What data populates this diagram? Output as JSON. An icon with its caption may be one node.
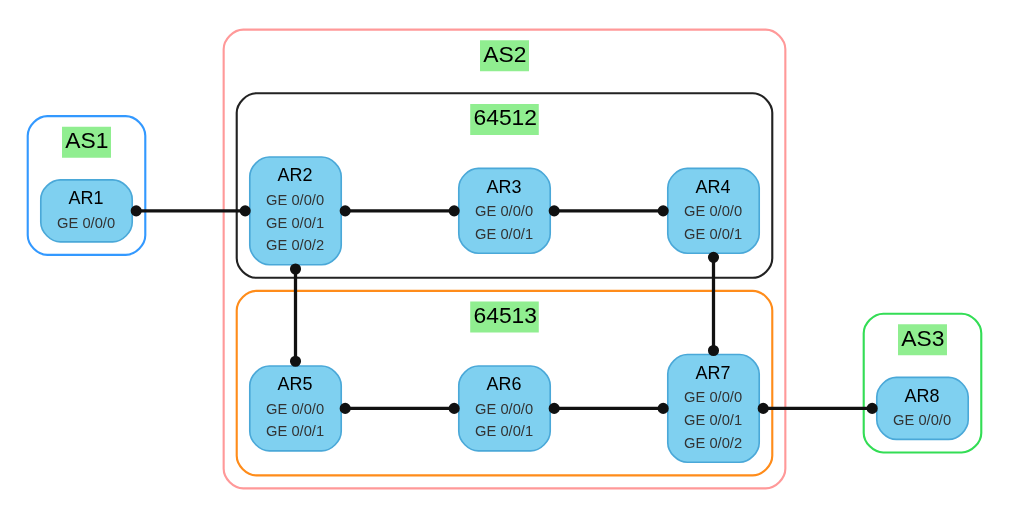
{
  "diagram": {
    "nodes": [
      {
        "text": [
          "AS1"
        ]
      },
      {
        "text": [
          "AR1",
          "GE 0/0/0"
        ],
        "in": 0
      },
      {
        "text": [
          "AS2"
        ]
      },
      {
        "text": [
          "64512"
        ],
        "in": 2
      },
      {
        "text": [
          "AR2",
          "GE 0/0/0",
          "GE 0/0/1",
          "GE 0/0/2"
        ],
        "in": 3
      },
      {
        "text": [
          "AR3",
          "GE 0/0/0",
          "GE 0/0/1"
        ],
        "in": 3
      },
      {
        "text": [
          "AR4",
          "GE 0/0/0",
          "GE 0/0/1"
        ],
        "in": 3
      },
      {
        "text": [
          "64513"
        ],
        "in": 2
      },
      {
        "text": [
          "AR5",
          "GE 0/0/0",
          "GE 0/0/1"
        ],
        "in": 7
      },
      {
        "text": [
          "AR6",
          "GE 0/0/0",
          "GE 0/0/1"
        ],
        "in": 7
      },
      {
        "text": [
          "AR7",
          "GE 0/0/0",
          "GE 0/0/1",
          "GE 0/0/2"
        ],
        "in": 7
      },
      {
        "text": [
          "AS3"
        ]
      },
      {
        "text": [
          "AR8",
          "GE 0/0/0"
        ],
        "in": 11
      }
    ],
    "edges": [
      {
        "from": 1,
        "to": 4,
        "arrow": "other"
      },
      {
        "from": 4,
        "to": 5,
        "arrow": "other"
      },
      {
        "from": 5,
        "to": 6,
        "arrow": "other"
      },
      {
        "from": 4,
        "to": 8,
        "arrow": "other"
      },
      {
        "from": 6,
        "to": 10,
        "arrow": "other"
      },
      {
        "from": 8,
        "to": 9,
        "arrow": "other"
      },
      {
        "from": 9,
        "to": 10,
        "arrow": "other"
      },
      {
        "from": 10,
        "to": 12,
        "arrow": "other"
      }
    ]
  }
}
